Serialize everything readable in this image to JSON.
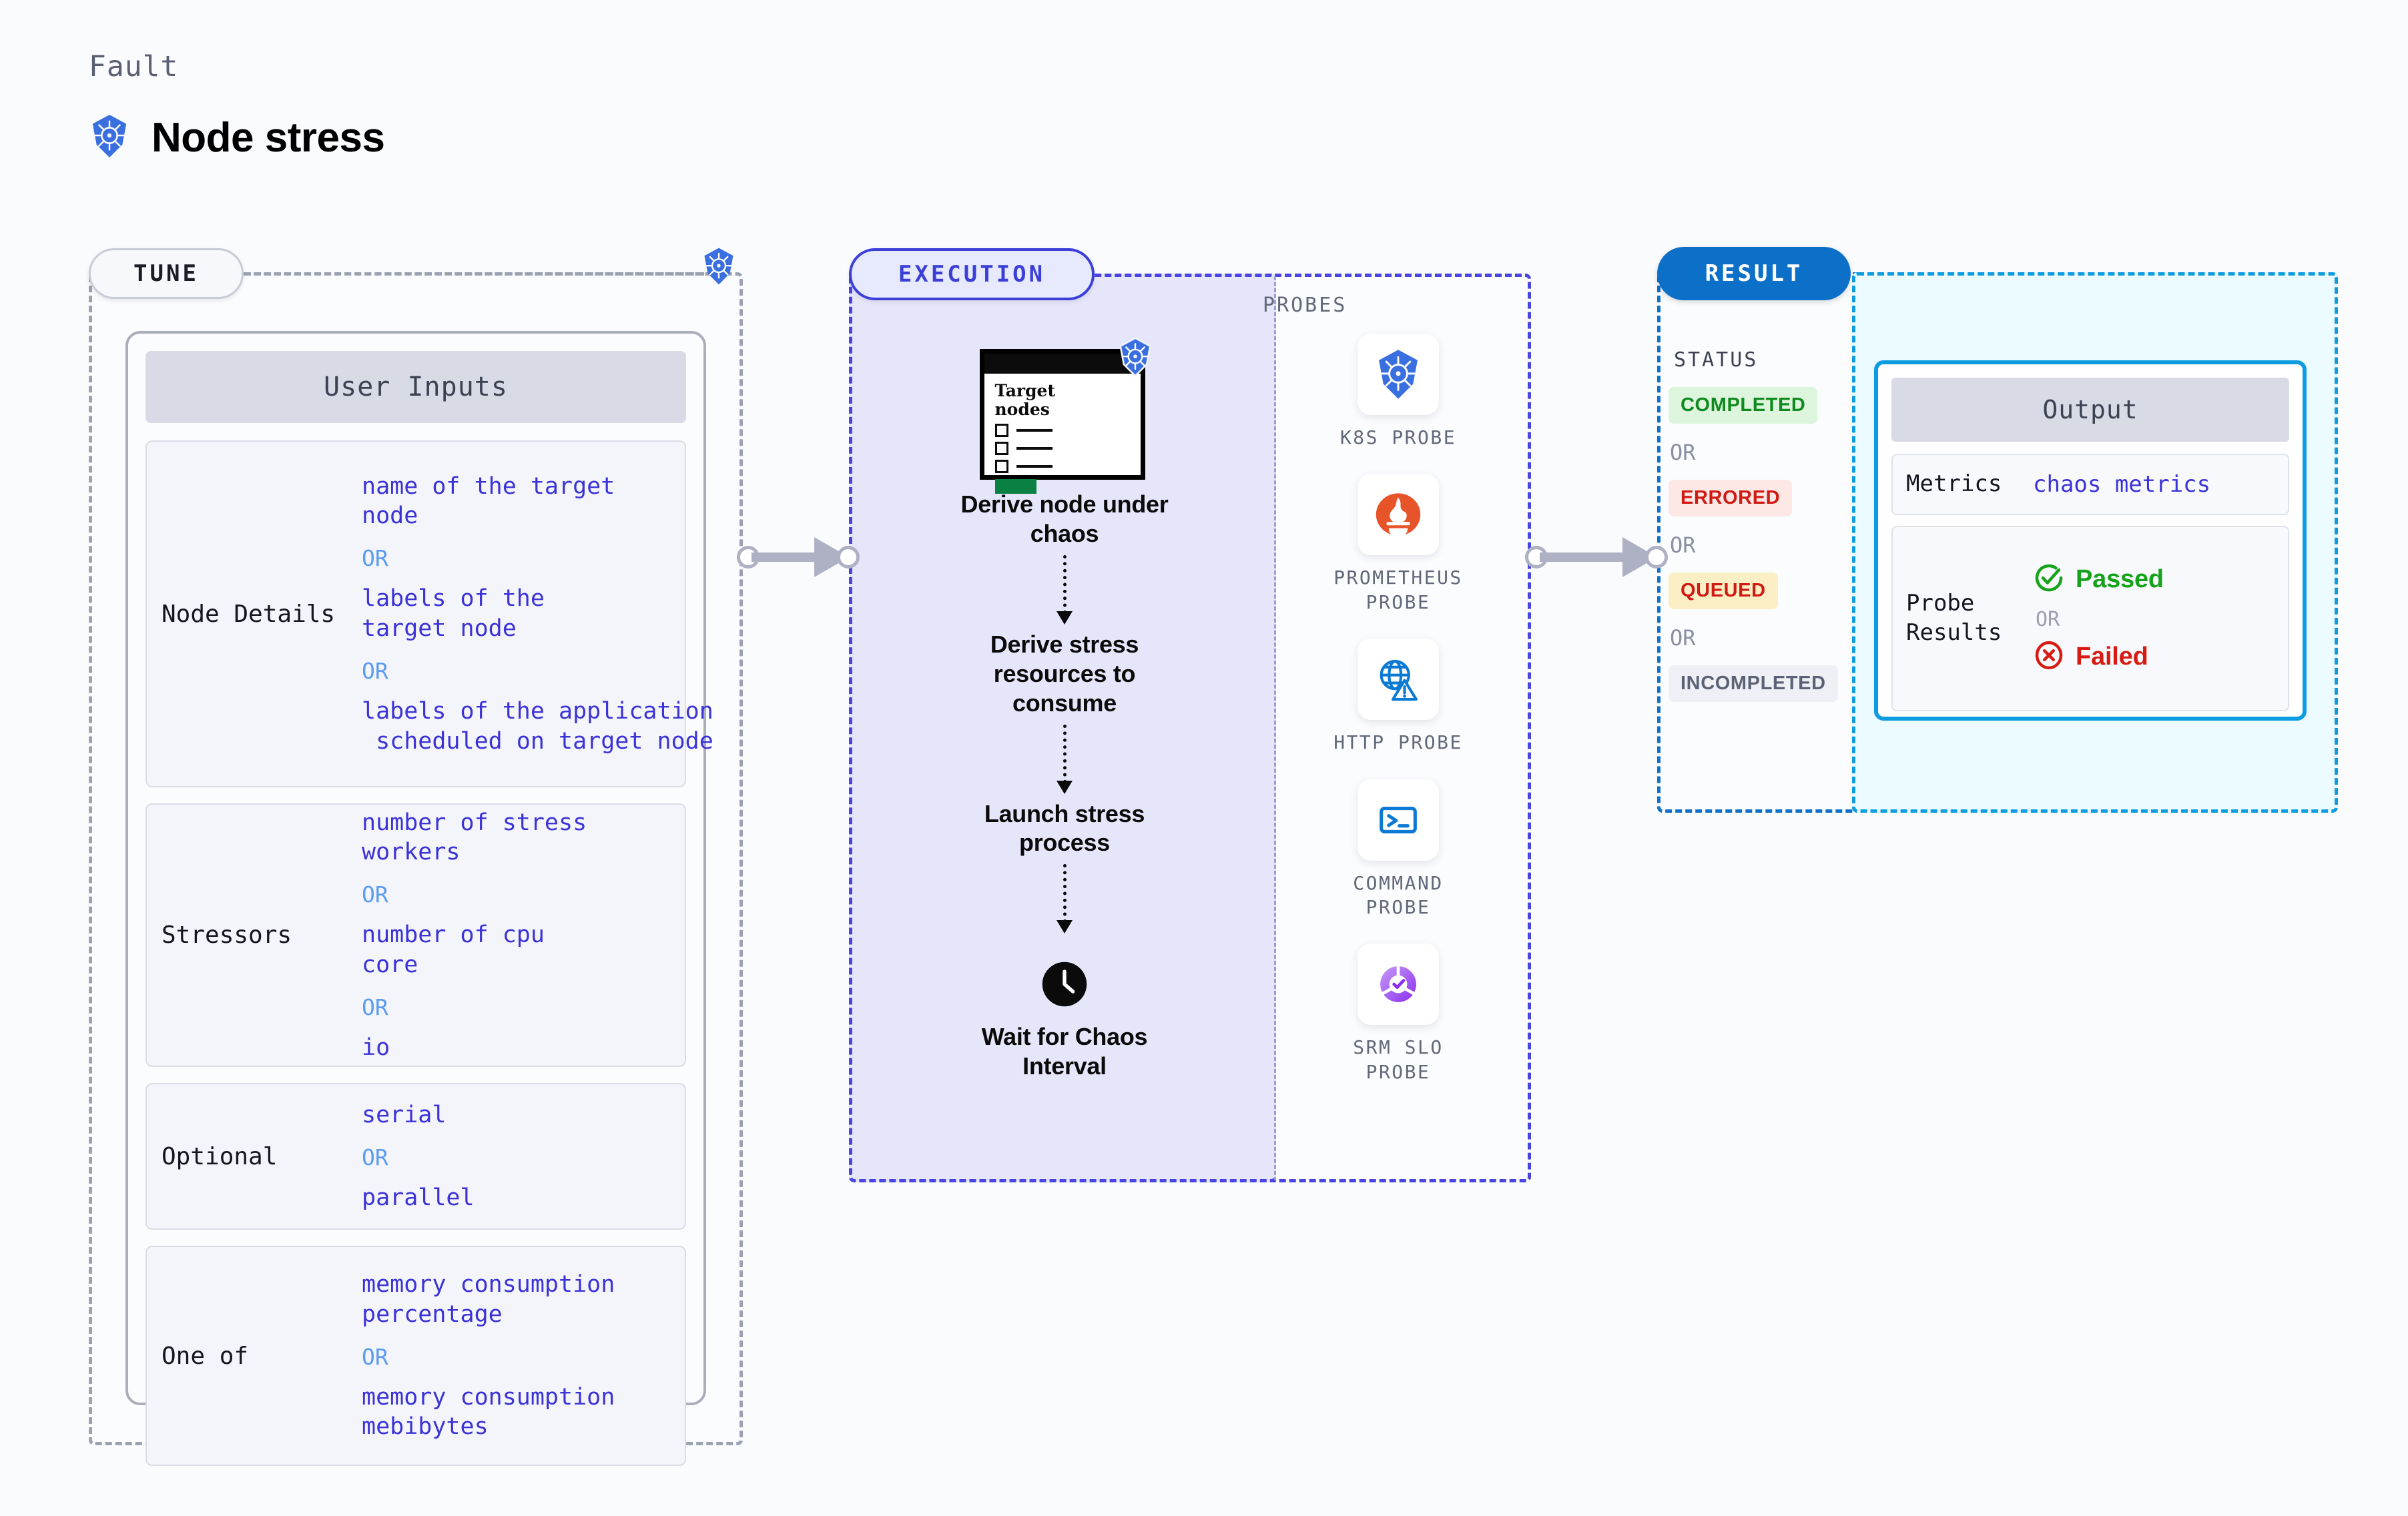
{
  "header": {
    "eyebrow": "Fault",
    "title": "Node stress",
    "icon": "kubernetes-icon"
  },
  "sections": {
    "tune": {
      "pill_label": "TUNE",
      "badge_icon": "kubernetes-icon"
    },
    "execution": {
      "pill_label": "EXECUTION"
    },
    "result": {
      "pill_label": "RESULT"
    }
  },
  "tune": {
    "card_title": "User Inputs",
    "or_label": "OR",
    "rows": [
      {
        "key": "Node Details",
        "values": [
          "name of the target\nnode",
          "labels of the\ntarget node",
          "labels of the application\n scheduled on target node"
        ]
      },
      {
        "key": "Stressors",
        "values": [
          "number of stress\nworkers",
          "number of cpu\ncore",
          "io"
        ]
      },
      {
        "key": "Optional",
        "values": [
          "serial",
          "parallel"
        ]
      },
      {
        "key": "One of",
        "values": [
          "memory consumption\npercentage",
          "memory consumption\nmebibytes"
        ]
      }
    ]
  },
  "execution": {
    "illustration": {
      "heading": "Target\nnodes",
      "badge_icon": "kubernetes-icon"
    },
    "steps": [
      "Derive node under chaos",
      "Derive stress resources to consume",
      "Launch stress process",
      "Wait for Chaos Interval"
    ],
    "wait_icon": "clock-icon"
  },
  "probes": {
    "label": "PROBES",
    "items": [
      {
        "name": "K8S PROBE",
        "icon": "kubernetes-icon"
      },
      {
        "name": "PROMETHEUS PROBE",
        "icon": "prometheus-icon"
      },
      {
        "name": "HTTP PROBE",
        "icon": "globe-warning-icon"
      },
      {
        "name": "COMMAND PROBE",
        "icon": "terminal-icon"
      },
      {
        "name": "SRM SLO PROBE",
        "icon": "srm-slo-icon"
      }
    ]
  },
  "result": {
    "status_label": "STATUS",
    "or_label": "OR",
    "statuses": [
      {
        "label": "COMPLETED",
        "color": "#0f8a1e",
        "bg": "#dcf5dc"
      },
      {
        "label": "ERRORED",
        "color": "#cf1b14",
        "bg": "#fde8e6"
      },
      {
        "label": "QUEUED",
        "color": "#cf1b14",
        "bg": "#fcefc6"
      },
      {
        "label": "INCOMPLETED",
        "color": "#5b6275",
        "bg": "#eff0f5"
      }
    ],
    "output": {
      "title": "Output",
      "metrics_key": "Metrics",
      "metrics_value": "chaos metrics",
      "probe_key": "Probe\nResults",
      "passed_label": "Passed",
      "failed_label": "Failed",
      "or_label": "OR",
      "passed_icon": "check-circle-icon",
      "failed_icon": "x-circle-icon"
    }
  },
  "colors": {
    "tune_border": "#9aa1b1",
    "execution_accent": "#4a44e0",
    "result_accent": "#0d70c8",
    "output_accent": "#0d9ce0",
    "value_text": "#3b32d8",
    "or_text": "#5b9bf0"
  }
}
